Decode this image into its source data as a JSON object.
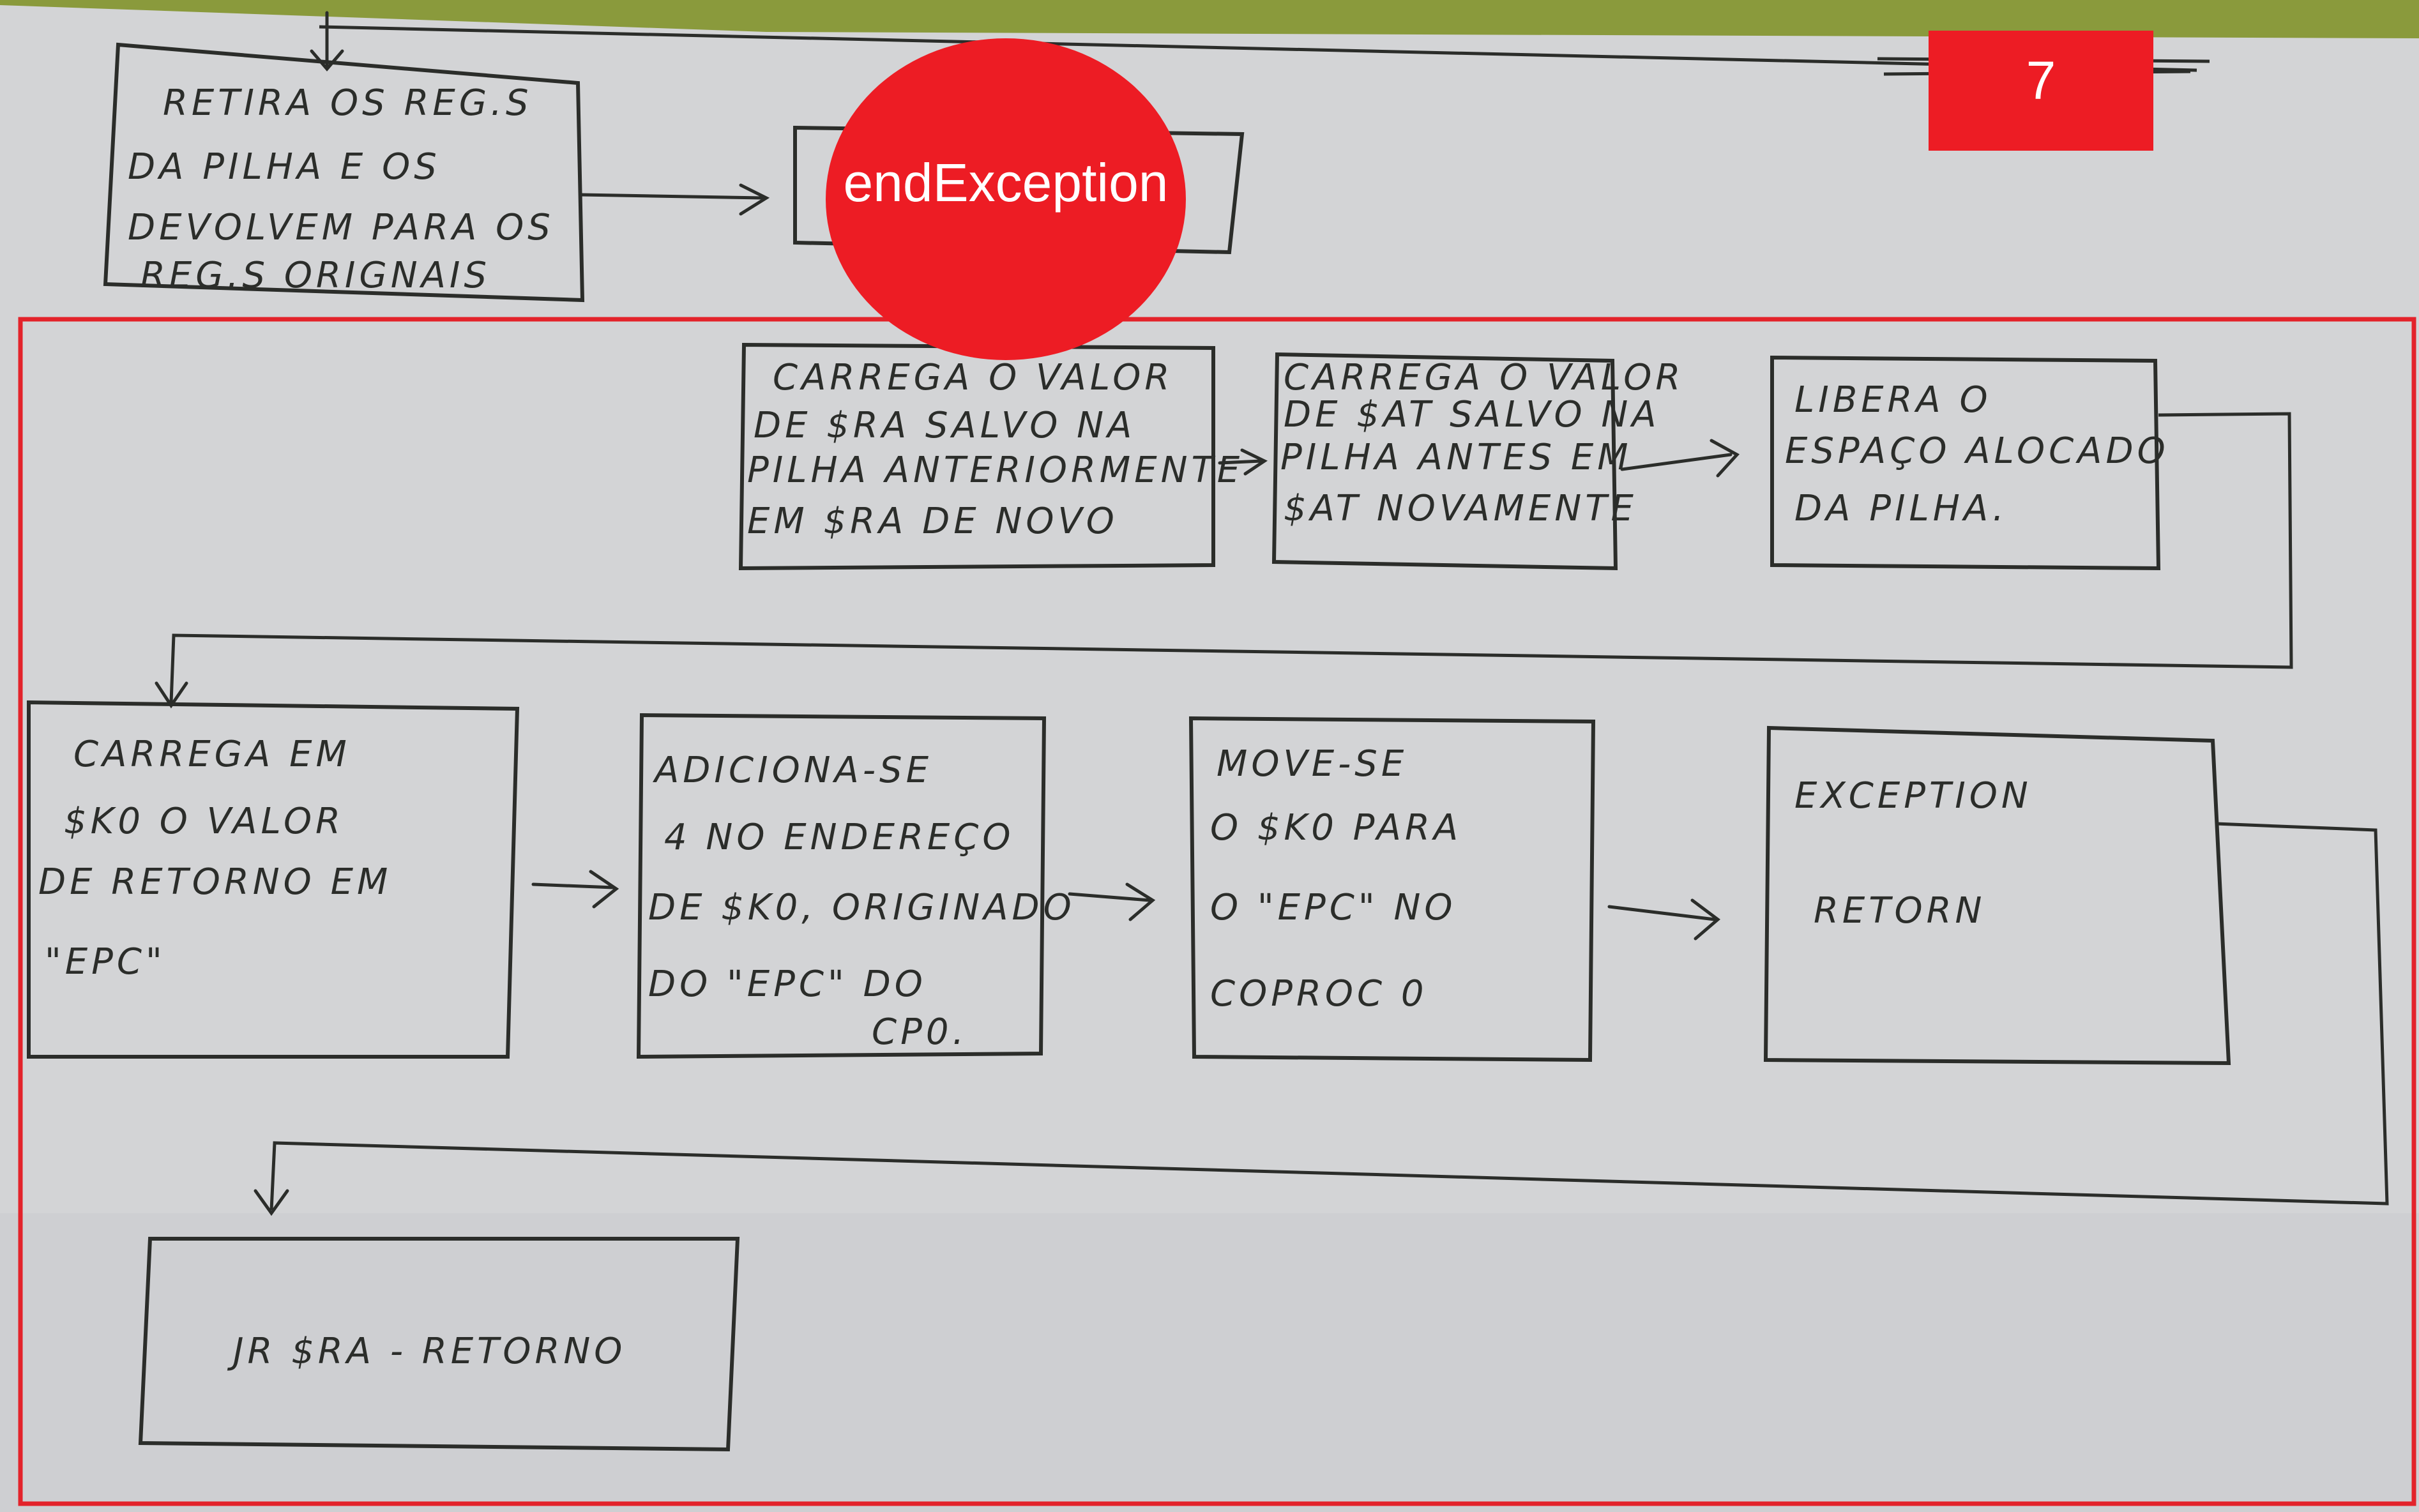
{
  "badges": {
    "title_text": "endException",
    "page_number": "7"
  },
  "boxes": [
    {
      "id": "box-retira",
      "lines": [
        "RETIRA OS REG.S",
        "DA PILHA E OS",
        "DEVOLVEM PARA OS",
        "REG.S ORIGNAIS"
      ]
    },
    {
      "id": "box-carrega-ra",
      "lines": [
        "CARREGA O VALOR",
        "DE $RA SALVO NA",
        "PILHA ANTERIORMENTE",
        "EM $RA DE NOVO"
      ]
    },
    {
      "id": "box-carrega-at",
      "lines": [
        "CARREGA O VALOR",
        "DE $AT SALVO NA",
        "PILHA ANTES EM",
        "$AT NOVAMENTE"
      ]
    },
    {
      "id": "box-libera",
      "lines": [
        "LIBERA O",
        "ESPAÇO ALOCADO",
        "DA PILHA."
      ]
    },
    {
      "id": "box-carrega-k0",
      "lines": [
        "CARREGA EM",
        "$K0 O VALOR",
        "DE RETORNO EM",
        "\"EPC\""
      ]
    },
    {
      "id": "box-adiciona",
      "lines": [
        "ADICIONA-SE",
        "4 NO ENDEREÇO",
        "DE $K0, ORIGINADO",
        "DO \"EPC\" DO",
        "CP0."
      ]
    },
    {
      "id": "box-move",
      "lines": [
        "MOVE-SE",
        "O $K0 PARA",
        "O \"EPC\" NO",
        "COPROC 0"
      ]
    },
    {
      "id": "box-exception",
      "lines": [
        "EXCEPTION",
        "RETORN"
      ]
    },
    {
      "id": "box-jr",
      "lines": [
        "JR $RA - RETORNO"
      ]
    }
  ],
  "colors": {
    "badge_red": "#ed1c24",
    "paper": "#d3d4d6",
    "ink": "#2b2d2a",
    "frame_red": "#e3232b",
    "top_green": "#8a9a3c"
  }
}
